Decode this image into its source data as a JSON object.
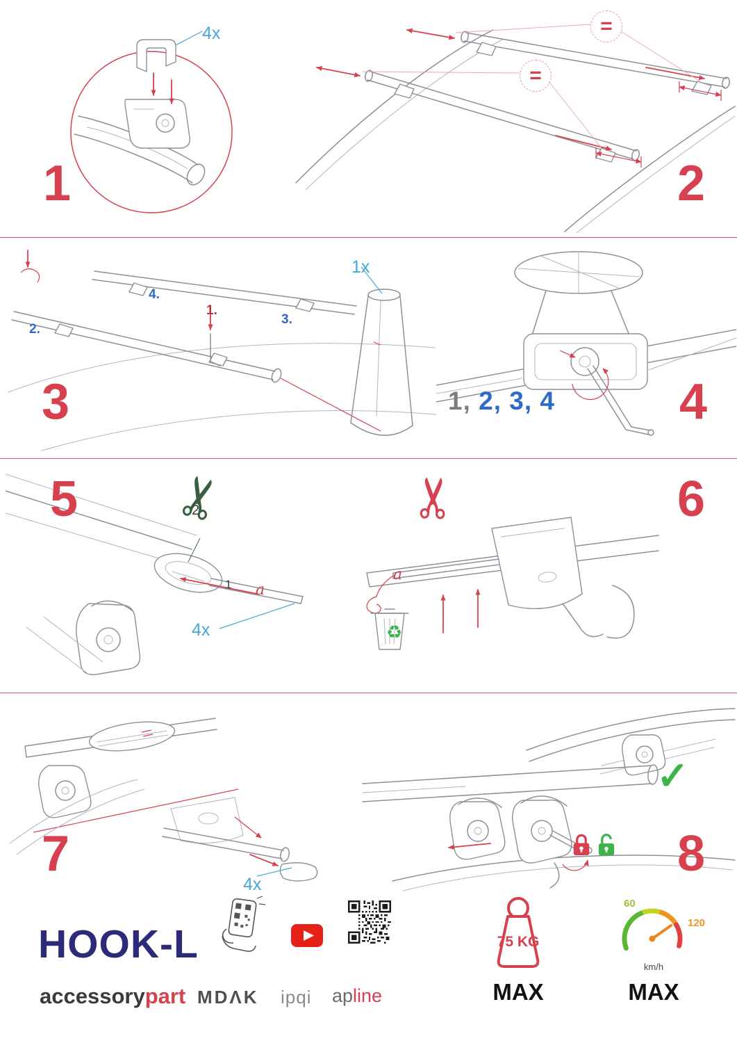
{
  "colors": {
    "accent_red": "#d6404f",
    "label_blue": "#45a8d8",
    "royal_blue": "#2e6bc8",
    "green": "#3bb54a",
    "navy": "#2b2b78"
  },
  "steps": {
    "s1": {
      "number": "1",
      "qty": "4x"
    },
    "s2": {
      "number": "2",
      "equal_sign": "="
    },
    "s3": {
      "number": "3",
      "qty": "1x",
      "label_1": "1.",
      "label_2": "2.",
      "label_3": "3.",
      "label_4": "4."
    },
    "s4": {
      "number": "4",
      "sequence_gray": "1,",
      "sequence_blue": "2, 3, 4"
    },
    "s5": {
      "number": "5",
      "label_1": "1",
      "label_2": "2",
      "label_a": "a",
      "qty": "4x"
    },
    "s6": {
      "number": "6",
      "label_a": "a"
    },
    "s7": {
      "number": "7",
      "qty": "4x"
    },
    "s8": {
      "number": "8"
    }
  },
  "icons": {
    "check": "✓",
    "scissors": "✂",
    "recycle": "♻",
    "locked": "closed-padlock",
    "unlocked": "open-padlock"
  },
  "footer": {
    "product_name": "HOOK-L",
    "brand_part1": "accessory",
    "brand_part2": "part",
    "logo_mdak": "MDΛK",
    "logo_ipqi": "ipqi",
    "logo_apline_part1": "ap",
    "logo_apline_part2": "line",
    "weight_value": "75 KG",
    "weight_max_label": "MAX",
    "speed_min": "60",
    "speed_max_value": "120",
    "speed_unit": "km/h",
    "speed_max_label": "MAX"
  }
}
